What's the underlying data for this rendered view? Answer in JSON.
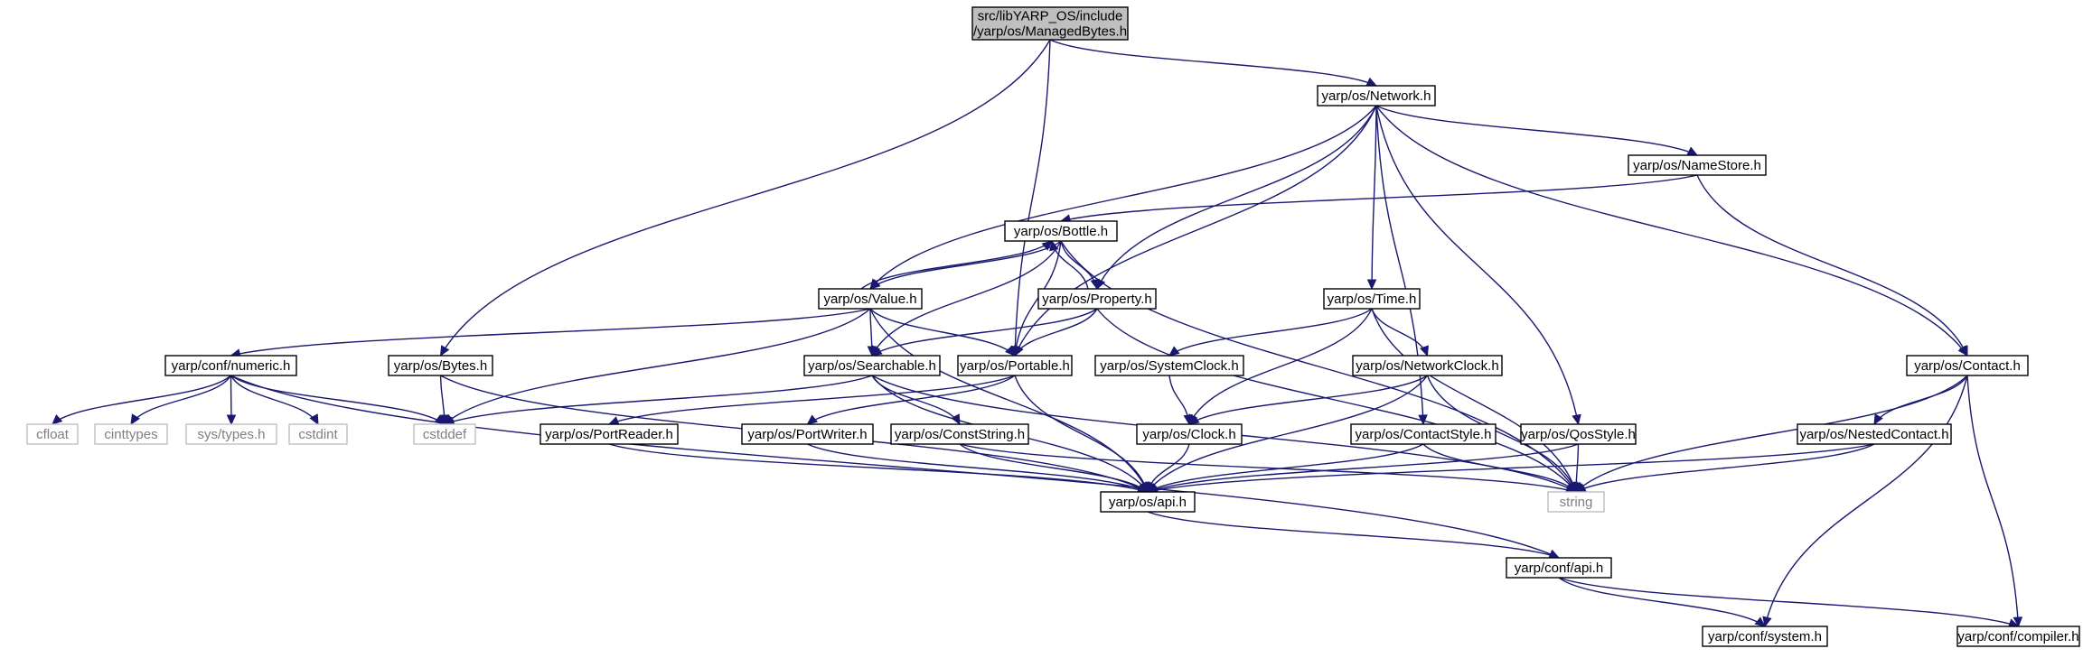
{
  "diagram": {
    "type": "include-dependency-graph",
    "colors": {
      "edge": "#191970",
      "root_fill": "#bfbfbf",
      "external_border": "#bfbfbf",
      "external_text": "#7f7f7f"
    },
    "nodes": [
      {
        "id": "root",
        "lines": [
          "src/libYARP_OS/include",
          "/yarp/os/ManagedBytes.h"
        ],
        "kind": "root"
      },
      {
        "id": "network",
        "lines": [
          "yarp/os/Network.h"
        ],
        "kind": "local"
      },
      {
        "id": "namestore",
        "lines": [
          "yarp/os/NameStore.h"
        ],
        "kind": "local"
      },
      {
        "id": "bottle",
        "lines": [
          "yarp/os/Bottle.h"
        ],
        "kind": "local"
      },
      {
        "id": "value",
        "lines": [
          "yarp/os/Value.h"
        ],
        "kind": "local"
      },
      {
        "id": "property",
        "lines": [
          "yarp/os/Property.h"
        ],
        "kind": "local"
      },
      {
        "id": "time",
        "lines": [
          "yarp/os/Time.h"
        ],
        "kind": "local"
      },
      {
        "id": "numeric",
        "lines": [
          "yarp/conf/numeric.h"
        ],
        "kind": "local"
      },
      {
        "id": "bytes",
        "lines": [
          "yarp/os/Bytes.h"
        ],
        "kind": "local"
      },
      {
        "id": "searchable",
        "lines": [
          "yarp/os/Searchable.h"
        ],
        "kind": "local"
      },
      {
        "id": "portable",
        "lines": [
          "yarp/os/Portable.h"
        ],
        "kind": "local"
      },
      {
        "id": "systemclock",
        "lines": [
          "yarp/os/SystemClock.h"
        ],
        "kind": "local"
      },
      {
        "id": "networkclock",
        "lines": [
          "yarp/os/NetworkClock.h"
        ],
        "kind": "local"
      },
      {
        "id": "contact",
        "lines": [
          "yarp/os/Contact.h"
        ],
        "kind": "local"
      },
      {
        "id": "cfloat",
        "lines": [
          "cfloat"
        ],
        "kind": "external"
      },
      {
        "id": "cinttypes",
        "lines": [
          "cinttypes"
        ],
        "kind": "external"
      },
      {
        "id": "systypes",
        "lines": [
          "sys/types.h"
        ],
        "kind": "external"
      },
      {
        "id": "cstdint",
        "lines": [
          "cstdint"
        ],
        "kind": "external"
      },
      {
        "id": "cstddef",
        "lines": [
          "cstddef"
        ],
        "kind": "external"
      },
      {
        "id": "portreader",
        "lines": [
          "yarp/os/PortReader.h"
        ],
        "kind": "local"
      },
      {
        "id": "portwriter",
        "lines": [
          "yarp/os/PortWriter.h"
        ],
        "kind": "local"
      },
      {
        "id": "conststring",
        "lines": [
          "yarp/os/ConstString.h"
        ],
        "kind": "local"
      },
      {
        "id": "clock",
        "lines": [
          "yarp/os/Clock.h"
        ],
        "kind": "local"
      },
      {
        "id": "contactstyle",
        "lines": [
          "yarp/os/ContactStyle.h"
        ],
        "kind": "local"
      },
      {
        "id": "qosstyle",
        "lines": [
          "yarp/os/QosStyle.h"
        ],
        "kind": "local"
      },
      {
        "id": "nestedcontact",
        "lines": [
          "yarp/os/NestedContact.h"
        ],
        "kind": "local"
      },
      {
        "id": "string",
        "lines": [
          "string"
        ],
        "kind": "external"
      },
      {
        "id": "osapi",
        "lines": [
          "yarp/os/api.h"
        ],
        "kind": "local"
      },
      {
        "id": "confapi",
        "lines": [
          "yarp/conf/api.h"
        ],
        "kind": "local"
      },
      {
        "id": "system",
        "lines": [
          "yarp/conf/system.h"
        ],
        "kind": "local"
      },
      {
        "id": "compiler",
        "lines": [
          "yarp/conf/compiler.h"
        ],
        "kind": "local"
      }
    ],
    "edges": [
      [
        "root",
        "network"
      ],
      [
        "root",
        "bytes"
      ],
      [
        "root",
        "portable"
      ],
      [
        "network",
        "namestore"
      ],
      [
        "network",
        "value"
      ],
      [
        "network",
        "property"
      ],
      [
        "network",
        "portable"
      ],
      [
        "network",
        "time"
      ],
      [
        "network",
        "contactstyle"
      ],
      [
        "network",
        "qosstyle"
      ],
      [
        "network",
        "contact"
      ],
      [
        "namestore",
        "bottle"
      ],
      [
        "namestore",
        "contact"
      ],
      [
        "bottle",
        "value"
      ],
      [
        "bottle",
        "property"
      ],
      [
        "bottle",
        "searchable"
      ],
      [
        "bottle",
        "portable"
      ],
      [
        "bottle",
        "string"
      ],
      [
        "value",
        "bottle"
      ],
      [
        "value",
        "numeric"
      ],
      [
        "value",
        "searchable"
      ],
      [
        "value",
        "portable"
      ],
      [
        "value",
        "cstddef"
      ],
      [
        "value",
        "osapi"
      ],
      [
        "property",
        "bottle"
      ],
      [
        "property",
        "searchable"
      ],
      [
        "property",
        "portable"
      ],
      [
        "property",
        "string"
      ],
      [
        "time",
        "systemclock"
      ],
      [
        "time",
        "networkclock"
      ],
      [
        "time",
        "clock"
      ],
      [
        "time",
        "string"
      ],
      [
        "numeric",
        "cfloat"
      ],
      [
        "numeric",
        "cinttypes"
      ],
      [
        "numeric",
        "systypes"
      ],
      [
        "numeric",
        "cstdint"
      ],
      [
        "numeric",
        "cstddef"
      ],
      [
        "numeric",
        "confapi"
      ],
      [
        "bytes",
        "cstddef"
      ],
      [
        "bytes",
        "osapi"
      ],
      [
        "searchable",
        "cstddef"
      ],
      [
        "searchable",
        "conststring"
      ],
      [
        "searchable",
        "osapi"
      ],
      [
        "searchable",
        "string"
      ],
      [
        "portable",
        "portreader"
      ],
      [
        "portable",
        "portwriter"
      ],
      [
        "portable",
        "osapi"
      ],
      [
        "systemclock",
        "clock"
      ],
      [
        "networkclock",
        "clock"
      ],
      [
        "networkclock",
        "osapi"
      ],
      [
        "networkclock",
        "string"
      ],
      [
        "contact",
        "nestedcontact"
      ],
      [
        "contact",
        "string"
      ],
      [
        "contact",
        "system"
      ],
      [
        "contact",
        "compiler"
      ],
      [
        "portreader",
        "osapi"
      ],
      [
        "portwriter",
        "osapi"
      ],
      [
        "conststring",
        "osapi"
      ],
      [
        "conststring",
        "string"
      ],
      [
        "clock",
        "osapi"
      ],
      [
        "contactstyle",
        "osapi"
      ],
      [
        "contactstyle",
        "string"
      ],
      [
        "qosstyle",
        "osapi"
      ],
      [
        "qosstyle",
        "string"
      ],
      [
        "nestedcontact",
        "osapi"
      ],
      [
        "nestedcontact",
        "string"
      ],
      [
        "osapi",
        "confapi"
      ],
      [
        "confapi",
        "system"
      ],
      [
        "confapi",
        "compiler"
      ]
    ]
  }
}
